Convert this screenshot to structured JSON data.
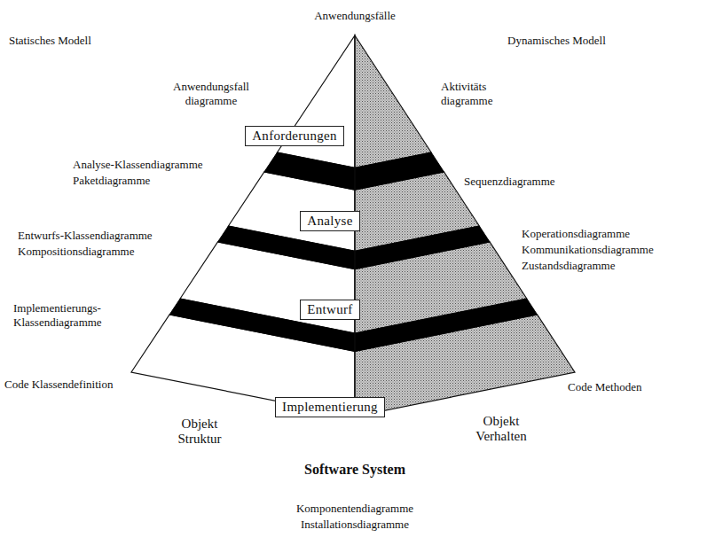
{
  "diagram": {
    "nodes": [
      {
        "text": [
          "Anforderungen"
        ]
      },
      {
        "text": [
          "Analyse"
        ]
      },
      {
        "text": [
          "Entwurf"
        ]
      },
      {
        "text": [
          "Implementierung"
        ]
      }
    ],
    "labels": [
      "Anwendungsfälle",
      "Statisches Modell",
      "Dynamisches Modell",
      "Anwendungsfall diagramme",
      "Aktivitäts diagramme",
      "Analyse-Klassendiagramme",
      "Paketdiagramme",
      "Sequenzdiagramme",
      "Entwurfs-Klassendiagramme",
      "Kompositionsdiagramme",
      "Koperationsdiagramme",
      "Kommunikationsdiagramme",
      "Zustandsdiagramme",
      "Implementierungs- Klassendiagramme",
      "Code Klassendefinition",
      "Code Methoden",
      "Objekt Struktur",
      "Objekt Verhalten",
      "Software System",
      "Komponentendiagramme",
      "Installationsdiagramme"
    ]
  }
}
